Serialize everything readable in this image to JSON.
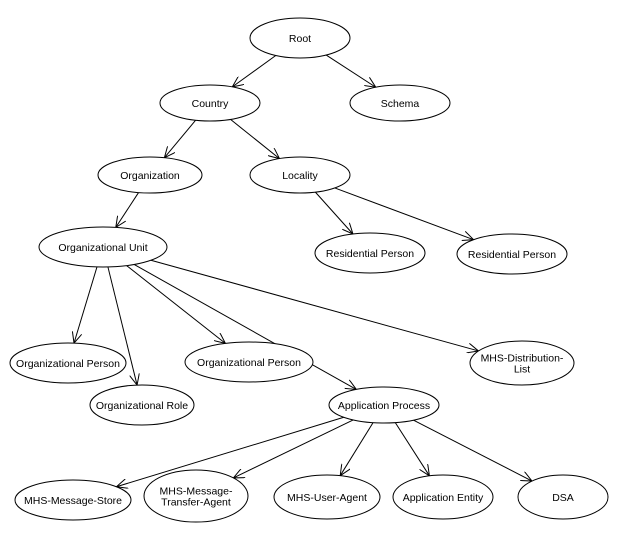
{
  "nodes": [
    {
      "id": "root",
      "label": [
        "Root"
      ]
    },
    {
      "id": "country",
      "label": [
        "Country"
      ]
    },
    {
      "id": "schema",
      "label": [
        "Schema"
      ]
    },
    {
      "id": "organization",
      "label": [
        "Organization"
      ]
    },
    {
      "id": "locality",
      "label": [
        "Locality"
      ]
    },
    {
      "id": "org-unit",
      "label": [
        "Organizational Unit"
      ]
    },
    {
      "id": "res-person-1",
      "label": [
        "Residential Person"
      ]
    },
    {
      "id": "res-person-2",
      "label": [
        "Residential Person"
      ]
    },
    {
      "id": "org-person-1",
      "label": [
        "Organizational Person"
      ]
    },
    {
      "id": "org-role",
      "label": [
        "Organizational Role"
      ]
    },
    {
      "id": "org-person-2",
      "label": [
        "Organizational Person"
      ]
    },
    {
      "id": "mhs-dl",
      "label": [
        "MHS-Distribution-",
        "List"
      ]
    },
    {
      "id": "app-process",
      "label": [
        "Application Process"
      ]
    },
    {
      "id": "mhs-ms",
      "label": [
        "MHS-Message-Store"
      ]
    },
    {
      "id": "mhs-mta",
      "label": [
        "MHS-Message-",
        "Transfer-Agent"
      ]
    },
    {
      "id": "mhs-ua",
      "label": [
        "MHS-User-Agent"
      ]
    },
    {
      "id": "app-entity",
      "label": [
        "Application Entity"
      ]
    },
    {
      "id": "dsa",
      "label": [
        "DSA"
      ]
    }
  ],
  "edges": [
    [
      "root",
      "country"
    ],
    [
      "root",
      "schema"
    ],
    [
      "country",
      "organization"
    ],
    [
      "country",
      "locality"
    ],
    [
      "organization",
      "org-unit"
    ],
    [
      "locality",
      "res-person-1"
    ],
    [
      "locality",
      "res-person-2"
    ],
    [
      "org-unit",
      "org-person-1"
    ],
    [
      "org-unit",
      "org-role"
    ],
    [
      "org-unit",
      "org-person-2"
    ],
    [
      "org-unit",
      "app-process"
    ],
    [
      "org-unit",
      "mhs-dl"
    ],
    [
      "app-process",
      "mhs-ms"
    ],
    [
      "app-process",
      "mhs-mta"
    ],
    [
      "app-process",
      "mhs-ua"
    ],
    [
      "app-process",
      "app-entity"
    ],
    [
      "app-process",
      "dsa"
    ]
  ]
}
